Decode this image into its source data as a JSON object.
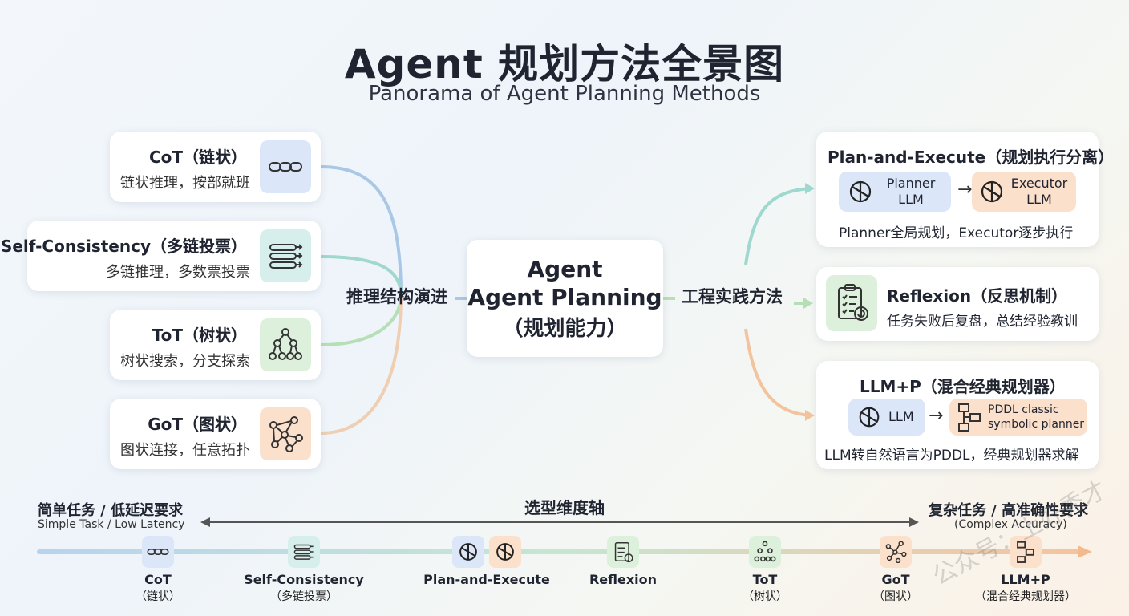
{
  "header": {
    "title": "Agent 规划方法全景图",
    "subtitle": "Panorama of Agent Planning Methods"
  },
  "center": {
    "line1": "Agent",
    "line2": "Agent Planning",
    "line3": "（规划能力）"
  },
  "branches": {
    "left_label": "推理结构演进",
    "right_label": "工程实践方法"
  },
  "left_cards": [
    {
      "title": "CoT（链状）",
      "desc": "链状推理，按部就班",
      "icon": "chain-icon",
      "color": "#dbe7f8"
    },
    {
      "title": "Self-Consistency（多链投票）",
      "desc": "多链推理，多数票投票",
      "icon": "multi-chain-icon",
      "color": "#d7efec"
    },
    {
      "title": "ToT（树状）",
      "desc": "树状搜索，分支探索",
      "icon": "tree-icon",
      "color": "#dcf0dc"
    },
    {
      "title": "GoT（图状）",
      "desc": "图状连接，任意拓扑",
      "icon": "graph-icon",
      "color": "#fbe0cc"
    }
  ],
  "right_cards": {
    "plan_execute": {
      "title": "Plan-and-Execute（规划执行分离）",
      "planner": "Planner LLM",
      "executor": "Executor LLM",
      "arrow": "→",
      "desc": "Planner全局规划，Executor逐步执行"
    },
    "reflexion": {
      "title": "Reflexion（反思机制）",
      "desc": "任务失败后复盘，总结经验教训"
    },
    "llmp": {
      "title": "LLM+P（混合经典规划器）",
      "llm": "LLM",
      "pddl_line1": "PDDL classic",
      "pddl_line2": "symbolic planner",
      "arrow": "→",
      "desc": "LLM转自然语言为PDDL，经典规划器求解"
    }
  },
  "axis": {
    "title": "选型维度轴",
    "left_cn": "简单任务 / 低延迟要求",
    "left_en": "Simple Task / Low Latency",
    "right_cn": "复杂任务 / 高准确性要求",
    "right_en": "(Complex Accuracy)",
    "ticks": [
      {
        "name": "CoT",
        "sub": "（链状）"
      },
      {
        "name": "Self-Consistency",
        "sub": "（多链投票）"
      },
      {
        "name": "Plan-and-Execute",
        "sub": ""
      },
      {
        "name": "Reflexion",
        "sub": ""
      },
      {
        "name": "ToT",
        "sub": "（树状）"
      },
      {
        "name": "GoT",
        "sub": "（图状）"
      },
      {
        "name": "LLM+P",
        "sub": "（混合经典规划器）"
      }
    ]
  },
  "watermark": "公众号：上好秀才",
  "colors": {
    "blue": "#a9c8e6",
    "teal": "#9fd8cf",
    "green": "#b6dfb6",
    "orange": "#f3c39d"
  }
}
